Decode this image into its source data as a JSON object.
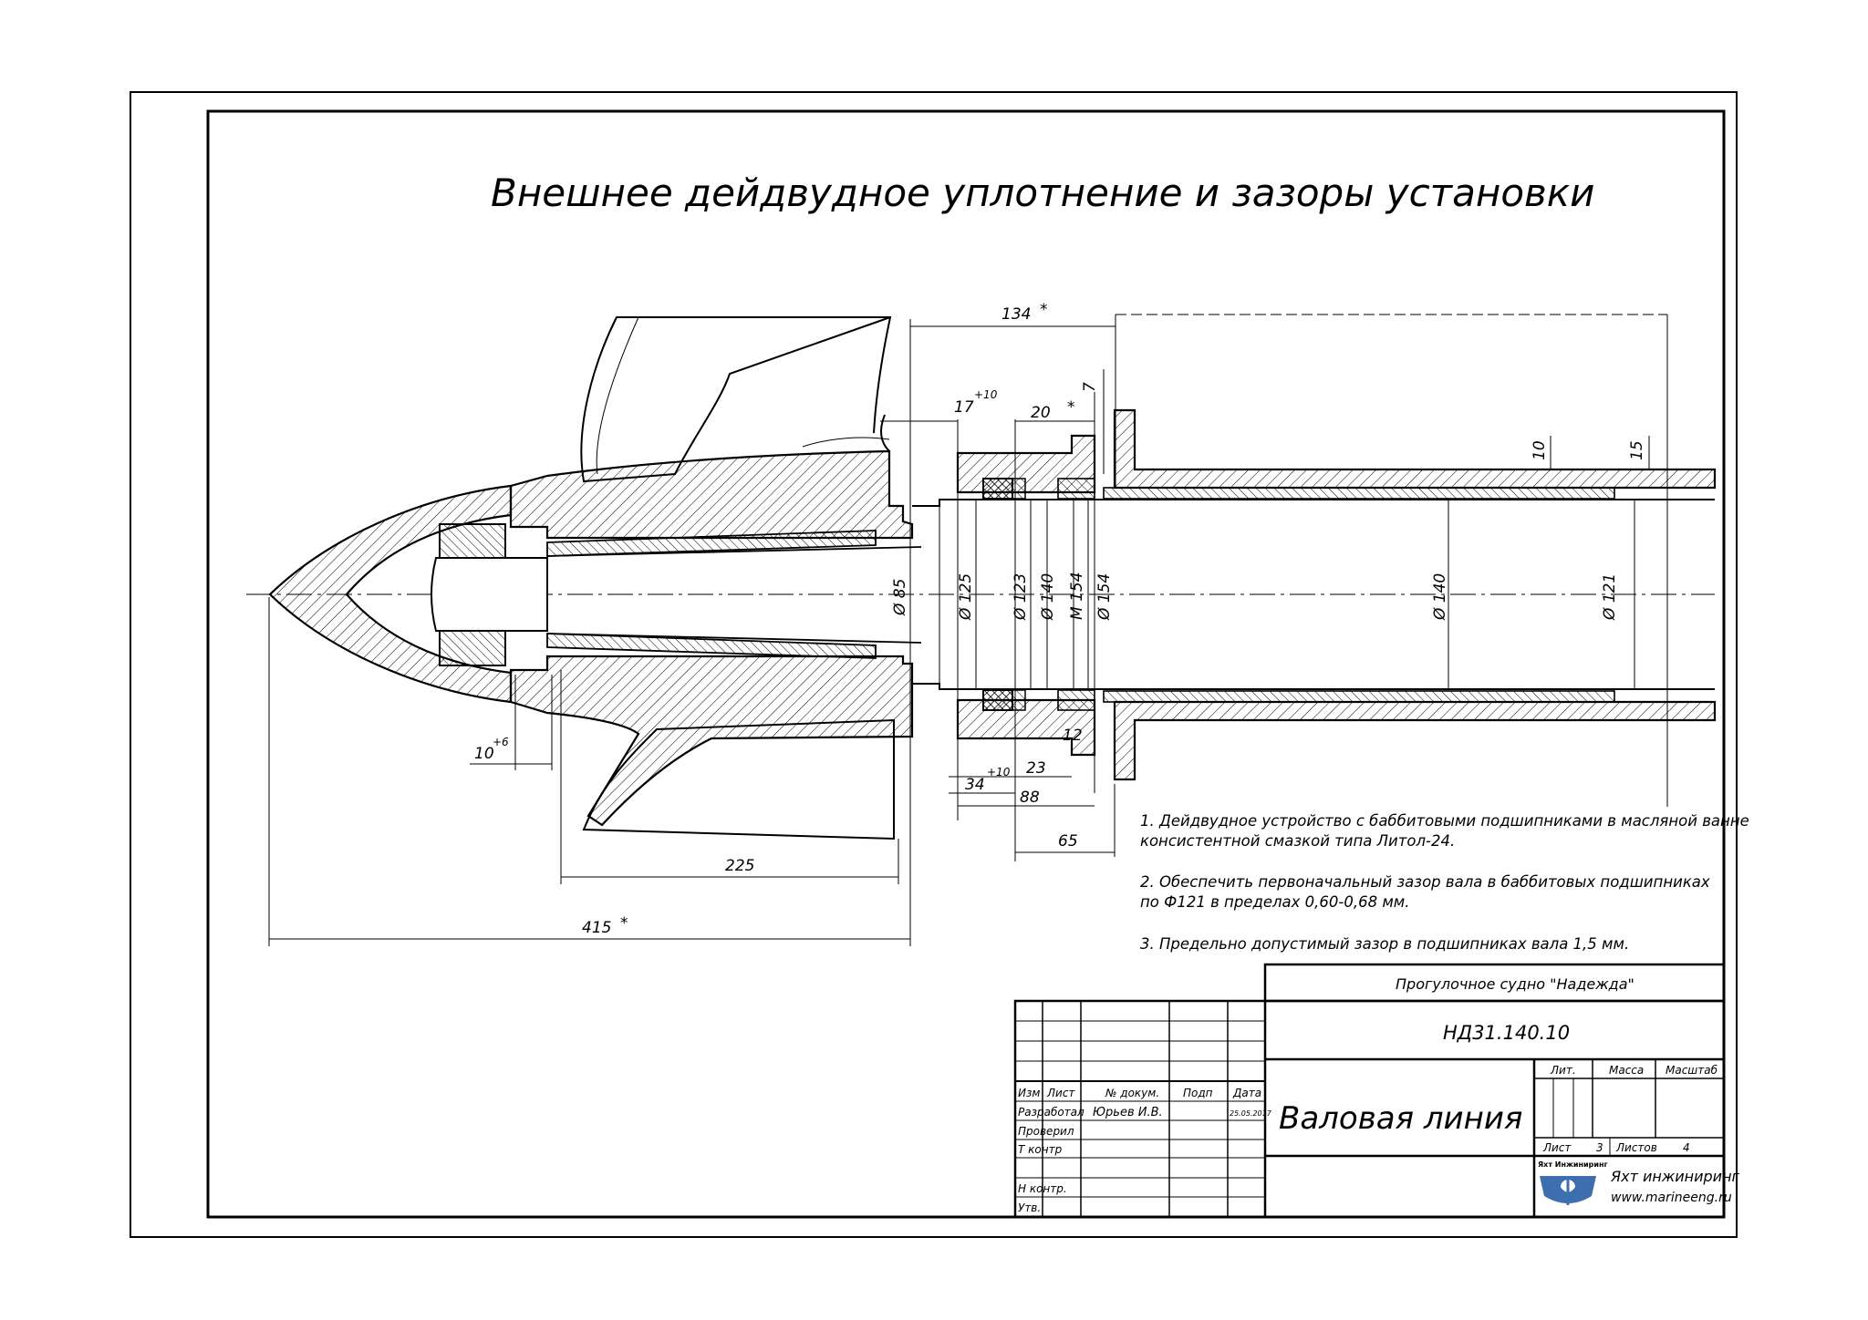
{
  "drawing": {
    "title": "Внешнее дейдвудное уплотнение и зазоры установки",
    "dimensions": {
      "d134": "134",
      "d17": "17",
      "d17_tol": "+10",
      "d20": "20",
      "d7": "7",
      "d10_top": "10",
      "d15": "15",
      "dia85": "Ø 85",
      "dia125": "Ø 125",
      "dia123": "Ø 123",
      "dia140a": "Ø 140",
      "m154": "M 154",
      "dia154": "Ø 154",
      "dia140b": "Ø 140",
      "dia121": "Ø 121",
      "d10_left": "10",
      "d10_left_tol": "+6",
      "d12": "12",
      "d23": "23",
      "d34": "34",
      "d34_tol": "+10",
      "d88": "88",
      "d65": "65",
      "d225": "225",
      "d415": "415",
      "star": "*"
    },
    "notes": [
      "1. Дейдвудное устройство с баббитовыми подшипниками в масляной ванне",
      "консистентной смазкой типа Литол-24.",
      "2. Обеспечить первоначальный зазор вала в баббитовых подшипниках",
      "по Ф121 в пределах 0,60-0,68 мм.",
      "3. Предельно допустимый зазор в подшипниках вала 1,5 мм."
    ]
  },
  "titleblock": {
    "project": "Прогулочное судно \"Надежда\"",
    "code": "НД31.140.10",
    "name": "Валовая линия",
    "headers": {
      "izm": "Изм",
      "list": "Лист",
      "doc": "№ докум.",
      "sign": "Подп",
      "date": "Дата"
    },
    "roles": {
      "developed": "Разработал",
      "checked": "Проверил",
      "tcontrol": "Т контр",
      "ncontrol": "Н контр.",
      "approved": "Утв."
    },
    "developer_name": "Юрьев И.В.",
    "developer_date": "25.05.2017",
    "lit_label": "Лит.",
    "mass_label": "Масса",
    "scale_label": "Масштаб",
    "sheet_label": "Лист",
    "sheet_num": "3",
    "sheets_label": "Листов",
    "sheets_num": "4",
    "company": "Яхт инжиниринг",
    "logo_text": "Яхт Инжиниринг",
    "website": "www.marineeng.ru"
  },
  "colors": {
    "ink": "#000000",
    "logo": "#3d6fb0",
    "paper": "#ffffff"
  }
}
